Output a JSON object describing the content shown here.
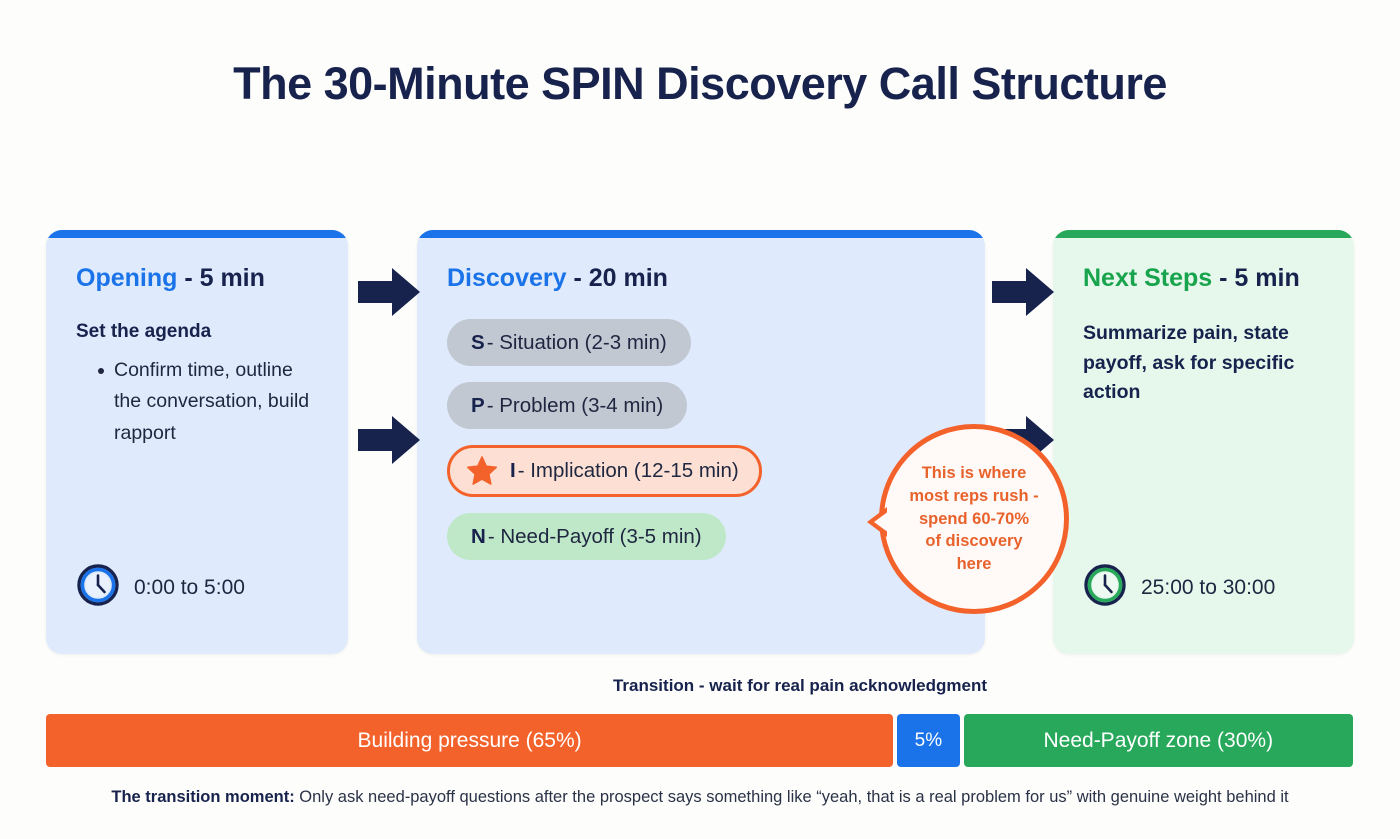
{
  "title": "The 30-Minute SPIN Discovery Call Structure",
  "theme": {
    "background": "#fdfdfb",
    "navy": "#17224d",
    "blue": "#1a73e8",
    "green": "#17a44c",
    "orange": "#f4622c",
    "card_blue_bg": "#dfeafc",
    "card_green_bg": "#e6f7ec",
    "pill_gray": "#c2c8d2",
    "pill_green": "#bfe8c8"
  },
  "cards": {
    "opening": {
      "heading_accent": "Opening",
      "heading_rest": " - 5 min",
      "subhead": "Set the agenda",
      "bullets": [
        "Confirm time, outline the conversation, build rapport"
      ],
      "clock_icon": "clock-icon",
      "time_range": "0:00 to 5:00"
    },
    "discovery": {
      "heading_accent": "Discovery",
      "heading_rest": " - 20 min",
      "pills": [
        {
          "letter": "S",
          "text": " - Situation (2-3 min)",
          "style": "gray",
          "icon": null
        },
        {
          "letter": "P",
          "text": " - Problem (3-4 min)",
          "style": "gray",
          "icon": null
        },
        {
          "letter": "I",
          "text": " - Implication (12-15 min)",
          "style": "star",
          "icon": "star-icon"
        },
        {
          "letter": "N",
          "text": " - Need-Payoff (3-5 min)",
          "style": "green",
          "icon": null
        }
      ]
    },
    "next_steps": {
      "heading_accent": "Next Steps",
      "heading_rest": " - 5 min",
      "description": "Summarize pain, state payoff, ask for specific action",
      "clock_icon": "clock-icon",
      "time_range": "25:00 to 30:00"
    }
  },
  "callout": {
    "text": "This is where\nmost reps rush -\nspend 60-70%\nof discovery\nhere"
  },
  "transition_label": "Transition - wait for real pain acknowledgment",
  "chart_data": {
    "type": "bar",
    "title": "Discovery time allocation",
    "orientation": "horizontal-stacked",
    "categories": [
      "Building pressure",
      "Transition",
      "Need-Payoff zone"
    ],
    "values": [
      65,
      5,
      30
    ],
    "labels": [
      "Building pressure (65%)",
      "5%",
      "Need-Payoff zone (30%)"
    ],
    "colors": [
      "#f4622c",
      "#1a73e8",
      "#27a85b"
    ],
    "unit": "%",
    "total": 100,
    "xlabel": "",
    "ylabel": "",
    "grid": false,
    "legend": "none"
  },
  "segments": [
    {
      "label": "Building pressure (65%)",
      "value": 65,
      "color": "#f4622c",
      "style": "seg-orange"
    },
    {
      "label": "5%",
      "value": 5,
      "color": "#1a73e8",
      "style": "seg-blue"
    },
    {
      "label": "Need-Payoff zone (30%)",
      "value": 30,
      "color": "#27a85b",
      "style": "seg-green"
    }
  ],
  "footer": {
    "bold_prefix": "The transition moment:",
    "rest": " Only ask need-payoff questions after the prospect says something like “yeah, that is a real problem for us” with genuine weight behind it"
  },
  "arrows": {
    "count": 4,
    "icon": "arrow-right-icon",
    "color": "#17224d"
  }
}
